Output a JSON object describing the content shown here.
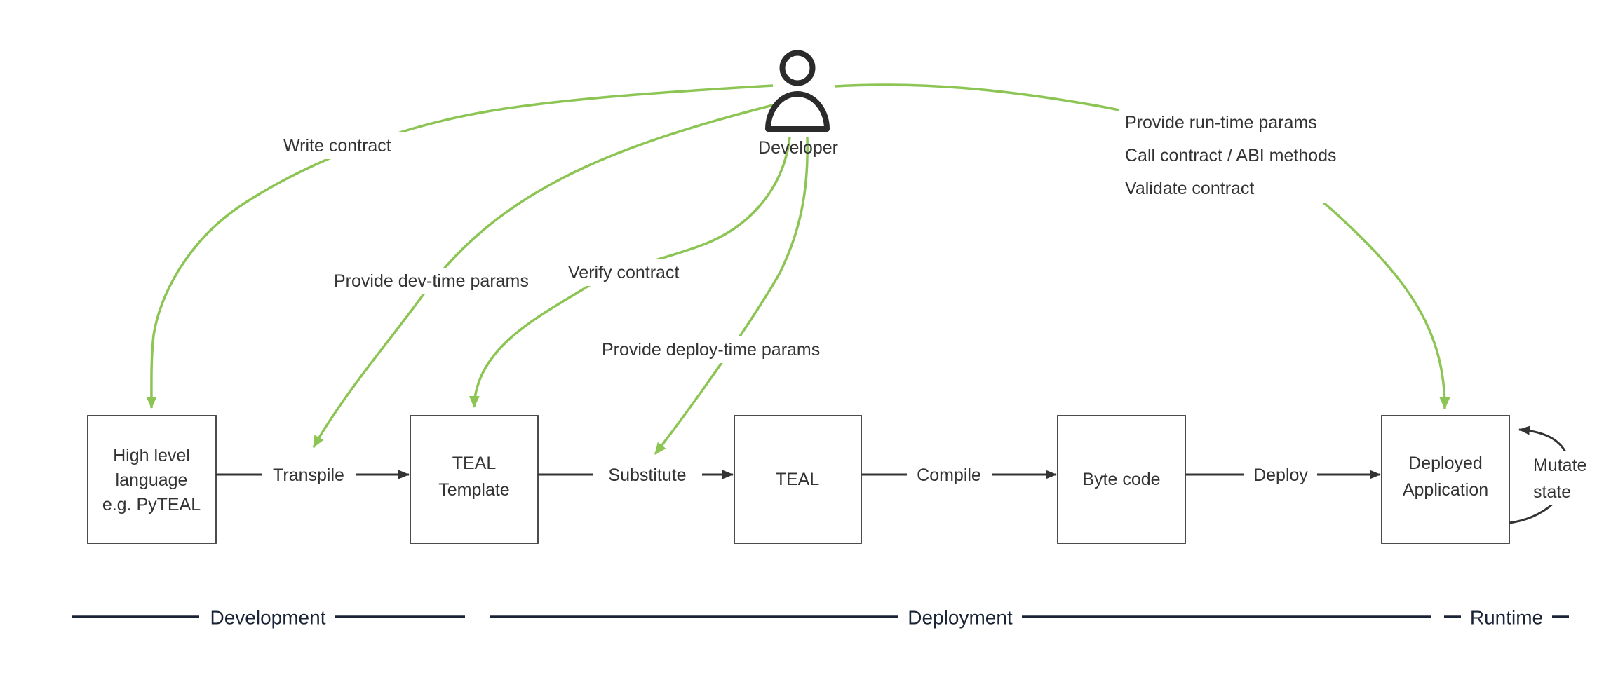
{
  "colors": {
    "accent_green": "#8cc554",
    "line_dark": "#333333",
    "section_navy": "#1b2437",
    "background": "#ffffff"
  },
  "actor": {
    "label": "Developer"
  },
  "developer_actions": {
    "write_contract": "Write contract",
    "provide_dev_time": "Provide dev-time params",
    "verify_contract": "Verify contract",
    "provide_deploy_time": "Provide deploy-time params",
    "runtime": {
      "line1": "Provide run-time params",
      "line2": "Call contract / ABI methods",
      "line3": "Validate contract"
    }
  },
  "nodes": {
    "high_level": {
      "line1": "High level",
      "line2": "language",
      "line3": "e.g. PyTEAL"
    },
    "teal_template": {
      "line1": "TEAL",
      "line2": "Template"
    },
    "teal": "TEAL",
    "byte_code": "Byte code",
    "deployed_app": {
      "line1": "Deployed",
      "line2": "Application"
    }
  },
  "edges": {
    "transpile": "Transpile",
    "substitute": "Substitute",
    "compile": "Compile",
    "deploy": "Deploy"
  },
  "self_loop": {
    "line1": "Mutate",
    "line2": "state"
  },
  "phases": {
    "development": "Development",
    "deployment": "Deployment",
    "runtime": "Runtime"
  }
}
